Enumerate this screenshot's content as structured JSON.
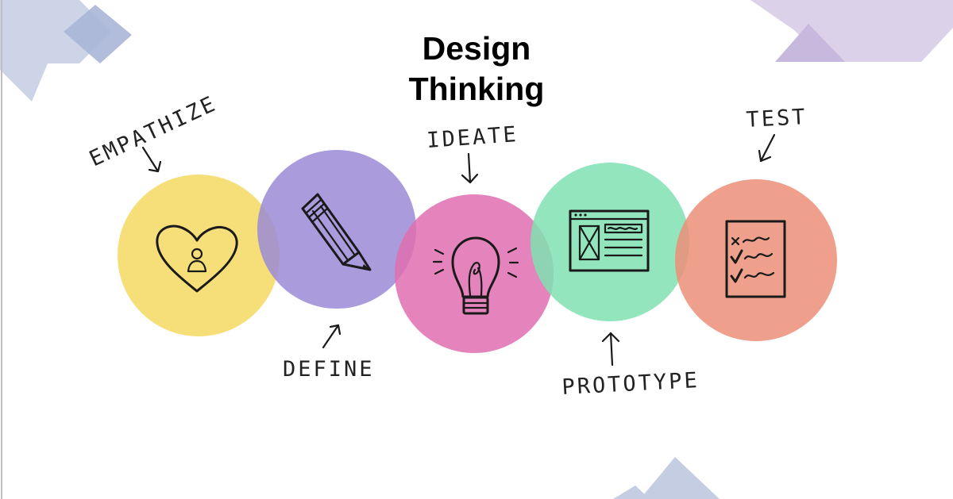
{
  "title": {
    "line1": "Design",
    "line2": "Thinking"
  },
  "stages": [
    {
      "label": "EMPATHIZE",
      "icon": "heart-person-icon",
      "color": "#f5dc6a"
    },
    {
      "label": "DEFINE",
      "icon": "pencil-icon",
      "color": "#9b8bd6"
    },
    {
      "label": "IDEATE",
      "icon": "lightbulb-icon",
      "color": "#e06fb0"
    },
    {
      "label": "PROTOTYPE",
      "icon": "wireframe-icon",
      "color": "#7fe0b0"
    },
    {
      "label": "TEST",
      "icon": "checklist-icon",
      "color": "#ec8f78"
    }
  ],
  "colors": {
    "decor_blue": "#c5cde3",
    "decor_blue_dark": "#a9b6d6",
    "decor_purple": "#d7cce6",
    "decor_purple_dark": "#c7b8de"
  }
}
